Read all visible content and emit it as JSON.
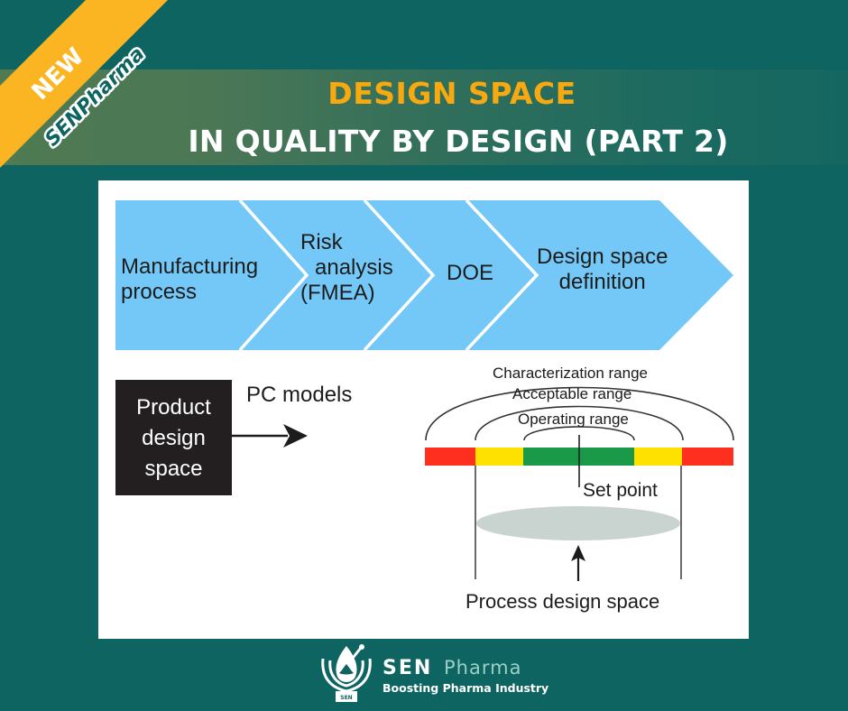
{
  "header": {
    "title_line1": "DESIGN SPACE",
    "title_line2": "IN QUALITY BY DESIGN (PART 2)",
    "title_line1_color": "#f7a90f",
    "title_line2_color": "#ffffff"
  },
  "ribbon": {
    "badge": "NEW",
    "brand": "SENPharma",
    "color": "#fbb523"
  },
  "flow": {
    "steps": [
      {
        "line1": "Manufacturing",
        "line2": "process"
      },
      {
        "line1": "Risk",
        "line2": "analysis",
        "line3": "(FMEA)"
      },
      {
        "line1": "DOE"
      },
      {
        "line1": "Design space",
        "line2": "definition"
      }
    ],
    "color": "#74c8f7"
  },
  "product_design_space": {
    "line1": "Product",
    "line2": "design",
    "line3": "space",
    "arrow_label": "PC models"
  },
  "ranges": {
    "characterization": "Characterization range",
    "acceptable": "Acceptable range",
    "operating": "Operating range",
    "set_point": "Set point",
    "process_design_space": "Process design space",
    "segments": [
      {
        "zone": "red",
        "color": "#ff2f1f"
      },
      {
        "zone": "yellow",
        "color": "#ffe100"
      },
      {
        "zone": "green",
        "color": "#1a9a48"
      },
      {
        "zone": "yellow",
        "color": "#ffe100"
      },
      {
        "zone": "red",
        "color": "#ff2f1f"
      }
    ]
  },
  "footer": {
    "brand_bold": "SEN",
    "brand_light": "Pharma",
    "tagline": "Boosting Pharma Industry",
    "logo_plate": "SEN"
  }
}
